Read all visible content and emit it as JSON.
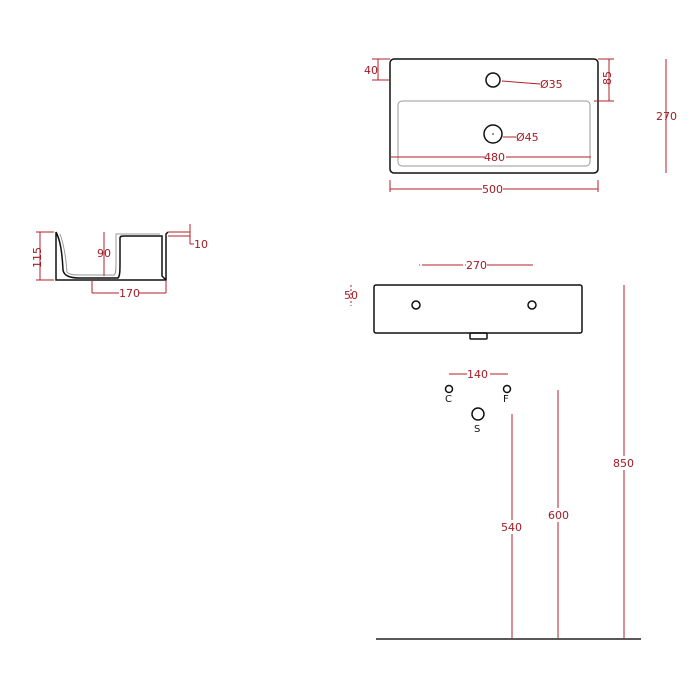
{
  "colors": {
    "dimension": "#a11a24",
    "outline": "#111111",
    "inner": "#999999"
  },
  "top_view": {
    "width_outer": "500",
    "width_inner": "480",
    "depth": "270",
    "rim_offset": "40",
    "tap_offset": "85",
    "tap_hole": "Ø35",
    "drain_hole": "Ø45"
  },
  "side_view": {
    "height": "115",
    "basin_depth": "90",
    "rim_thickness": "10",
    "drain_offset": "170"
  },
  "front_view": {
    "fixing_distance": "270",
    "fixing_height": "50",
    "supply_spacing": "140",
    "labels": {
      "cold": "C",
      "hot": "F",
      "drain": "S"
    },
    "heights": {
      "drain": "540",
      "supply": "600",
      "basin_top": "850"
    }
  }
}
